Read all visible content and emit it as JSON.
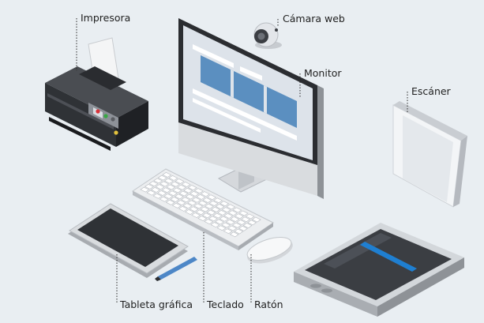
{
  "labels": {
    "impresora": "Impresora",
    "camara": "Cámara web",
    "monitor": "Monitor",
    "escaner": "Escáner",
    "tableta": "Tableta gráfica",
    "teclado": "Teclado",
    "raton": "Ratón"
  },
  "colors": {
    "background": "#e9eef2",
    "screen_blue": "#5b8fc0",
    "scanner_line": "#1f7fd1",
    "device_dark": "#3a3d42",
    "device_silver": "#c9cdd2"
  },
  "icons": [
    "printer-icon",
    "webcam-icon",
    "monitor-icon",
    "scanner-icon",
    "tablet-icon",
    "keyboard-icon",
    "mouse-icon"
  ]
}
